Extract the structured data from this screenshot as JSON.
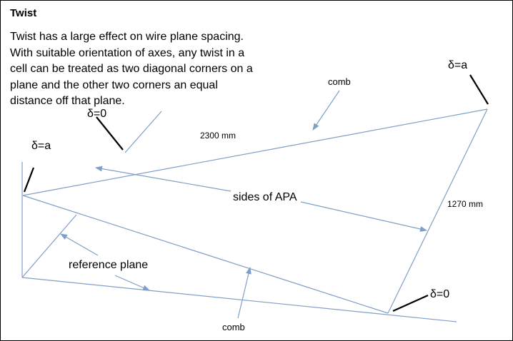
{
  "title": "Twist",
  "intro_lines": [
    "Twist has a large effect on wire plane spacing.",
    "With suitable orientation of axes, any twist in a",
    "cell can be treated as two diagonal corners on a",
    "plane and the other two corners an equal",
    "distance off that plane."
  ],
  "labels": {
    "comb_top": "comb",
    "comb_bottom": "comb",
    "length_long": "2300 mm",
    "length_short": "1270 mm",
    "sides": "sides of APA",
    "reference_plane": "reference plane",
    "delta_a_left": "δ=a",
    "delta_0_top": "δ=0",
    "delta_a_right": "δ=a",
    "delta_0_bottom": "δ=0"
  },
  "colors": {
    "line": "#7f9fc6",
    "text": "#000000",
    "marker": "#000000"
  }
}
